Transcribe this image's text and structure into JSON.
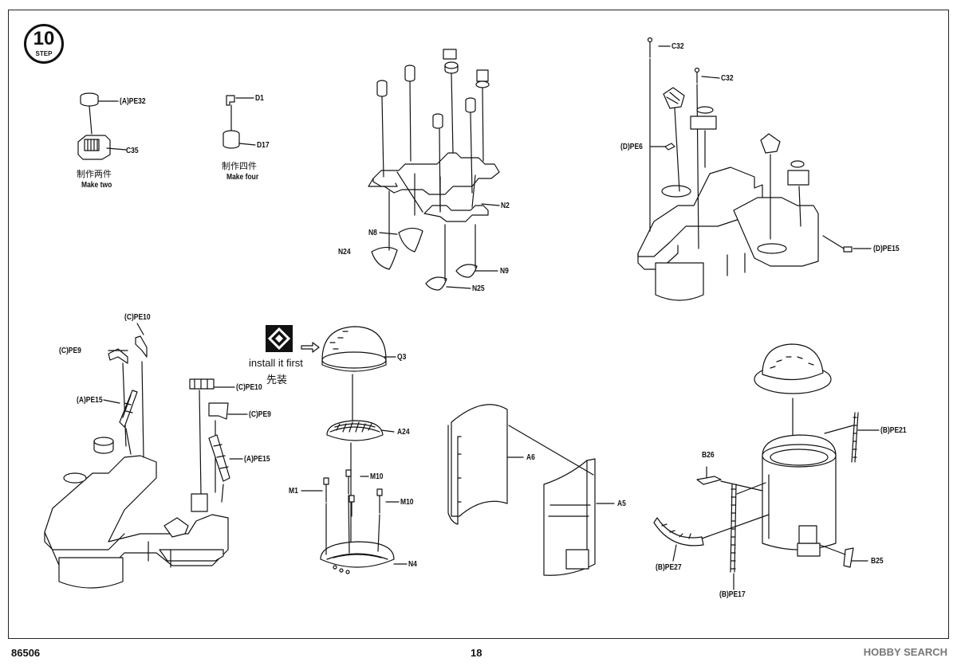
{
  "step": {
    "number": "10",
    "word": "STEP"
  },
  "install_note": {
    "en": "install it first",
    "cn": "先装"
  },
  "notes": {
    "make_two_cn": "制作两件",
    "make_two_en": "Make two",
    "make_four_cn": "制作四件",
    "make_four_en": "Make four"
  },
  "labels": {
    "pe32": "(A)PE32",
    "c35": "C35",
    "d1": "D1",
    "d17": "D17",
    "n2": "N2",
    "n8": "N8",
    "n24": "N24",
    "n9": "N9",
    "n25": "N25",
    "c32a": "C32",
    "c32b": "C32",
    "pe6": "(D)PE6",
    "pe15d": "(D)PE15",
    "pe10a": "(C)PE10",
    "pe9a": "(C)PE9",
    "pe15a": "(A)PE15",
    "pe10b": "(C)PE10",
    "pe9b": "(C)PE9",
    "pe15b": "(A)PE15",
    "q3": "Q3",
    "a24": "A24",
    "m10a": "M10",
    "m1": "M1",
    "m10b": "M10",
    "n4": "N4",
    "a6": "A6",
    "a5": "A5",
    "pe21": "(B)PE21",
    "b26": "B26",
    "pe27": "(B)PE27",
    "pe17": "(B)PE17",
    "b25": "B25"
  },
  "footer": {
    "code": "86506",
    "page": "18"
  },
  "watermark": "HOBBY SEARCH"
}
